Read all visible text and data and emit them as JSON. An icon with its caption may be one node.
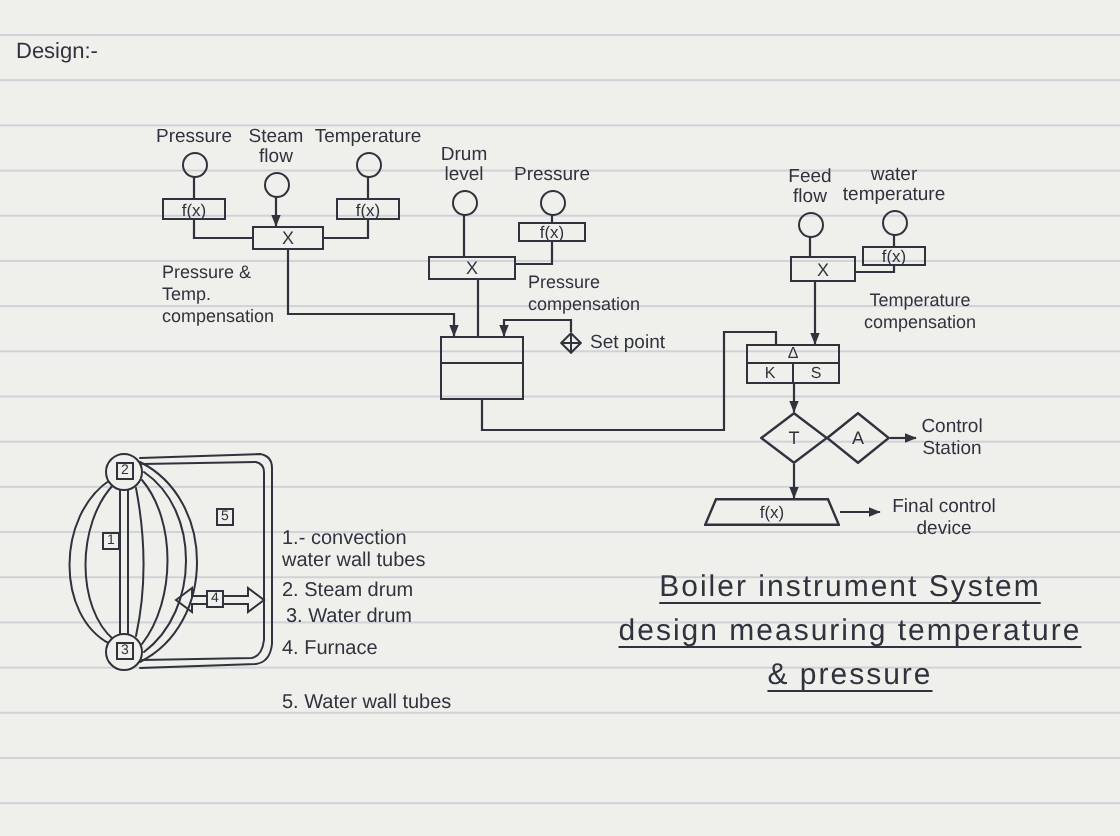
{
  "diagram": {
    "title": "Design:-",
    "caption": "Boiler instrument System design measuring temperature & pressure",
    "nodes": [
      {
        "text": [
          "Pressure"
        ]
      },
      {
        "text": [
          "Steam flow"
        ]
      },
      {
        "text": [
          "Temperature"
        ]
      },
      {
        "text": [
          "f(x)"
        ]
      },
      {
        "text": [
          "f(x)"
        ]
      },
      {
        "text": [
          "X"
        ],
        "beside": [
          "Pressure & Temp. compensation"
        ]
      },
      {
        "text": [
          "Drum level"
        ]
      },
      {
        "text": [
          "Pressure"
        ]
      },
      {
        "text": [
          "f(x)"
        ]
      },
      {
        "text": [
          "X"
        ],
        "beside": [
          "Pressure compensation"
        ]
      },
      {
        "text": [],
        "shape": "box"
      },
      {
        "text": [
          "Set point"
        ]
      },
      {
        "text": [
          "Feed flow"
        ]
      },
      {
        "text": [
          "water temperature"
        ]
      },
      {
        "text": [
          "f(x)"
        ]
      },
      {
        "text": [
          "X"
        ],
        "beside": [
          "Temperature compensation"
        ]
      },
      {
        "text": [
          "Δ",
          "K",
          "S"
        ]
      },
      {
        "text": [
          "T"
        ]
      },
      {
        "text": [
          "A"
        ]
      },
      {
        "text": [
          "Control Station"
        ]
      },
      {
        "text": [
          "f(x)"
        ]
      },
      {
        "text": [
          "Final control device"
        ]
      }
    ],
    "edges": [
      {
        "from": 0,
        "to": 3,
        "arrow": "none"
      },
      {
        "from": 1,
        "to": 5,
        "arrow": "to"
      },
      {
        "from": 2,
        "to": 4,
        "arrow": "none"
      },
      {
        "from": 3,
        "to": 5,
        "arrow": "none"
      },
      {
        "from": 4,
        "to": 5,
        "arrow": "none"
      },
      {
        "from": 5,
        "to": 10,
        "arrow": "to"
      },
      {
        "from": 6,
        "to": 9,
        "arrow": "none"
      },
      {
        "from": 7,
        "to": 8,
        "arrow": "none"
      },
      {
        "from": 8,
        "to": 9,
        "arrow": "none"
      },
      {
        "from": 9,
        "to": 10,
        "arrow": "none"
      },
      {
        "from": 11,
        "to": 10,
        "arrow": "to"
      },
      {
        "from": 10,
        "to": 16,
        "arrow": "none"
      },
      {
        "from": 12,
        "to": 15,
        "arrow": "none"
      },
      {
        "from": 13,
        "to": 14,
        "arrow": "none"
      },
      {
        "from": 14,
        "to": 15,
        "arrow": "none"
      },
      {
        "from": 15,
        "to": 16,
        "arrow": "to"
      },
      {
        "from": 16,
        "to": 17,
        "arrow": "to"
      },
      {
        "from": 18,
        "to": 19,
        "arrow": "to"
      },
      {
        "from": 17,
        "to": 20,
        "arrow": "to"
      },
      {
        "from": 20,
        "to": 21,
        "arrow": "to"
      }
    ],
    "labels": [
      "2",
      "5",
      "1",
      "4",
      "3",
      "1.- convection water wall tubes",
      "2. Steam drum",
      "3. Water drum",
      "4. Furnace",
      "5. Water wall tubes"
    ]
  }
}
